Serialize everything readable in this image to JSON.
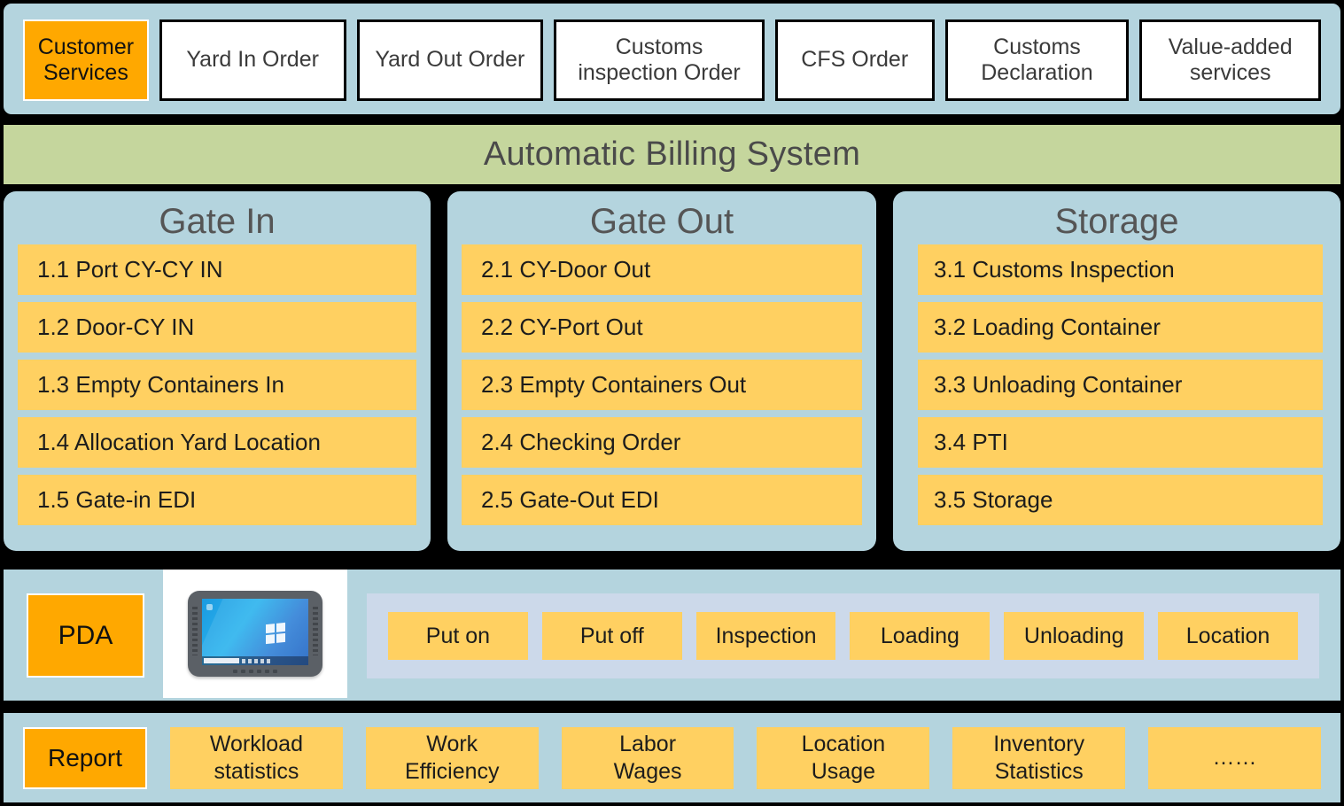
{
  "services_bar": {
    "accent_color": "#ffa800",
    "panel_color": "#b4d4de",
    "items": [
      {
        "label": "Customer\nServices",
        "accent": true
      },
      {
        "label": "Yard In Order",
        "accent": false
      },
      {
        "label": "Yard Out Order",
        "accent": false
      },
      {
        "label": "Customs\ninspection Order",
        "accent": false
      },
      {
        "label": "CFS Order",
        "accent": false
      },
      {
        "label": "Customs\nDeclaration",
        "accent": false
      },
      {
        "label": "Value-added\nservices",
        "accent": false
      }
    ]
  },
  "billing": {
    "title": "Automatic Billing System",
    "color": "#c5d69d"
  },
  "columns": [
    {
      "title": "Gate In",
      "items": [
        "1.1  Port CY-CY IN",
        "1.2  Door-CY  IN",
        "1.3  Empty Containers In",
        "1.4 Allocation Yard Location",
        "1.5  Gate-in EDI"
      ]
    },
    {
      "title": "Gate Out",
      "items": [
        "2.1 CY-Door Out",
        "2.2 CY-Port Out",
        "2.3 Empty Containers Out",
        "2.4 Checking Order",
        "2.5 Gate-Out EDI"
      ]
    },
    {
      "title": "Storage",
      "items": [
        "3.1 Customs Inspection",
        "3.2 Loading Container",
        "3.3 Unloading Container",
        "3.4 PTI",
        "3.5 Storage"
      ]
    }
  ],
  "pda": {
    "chip_label": "PDA",
    "device_icon": "rugged-tablet-icon",
    "panel_color": "#ccd9ea",
    "actions": [
      "Put on",
      "Put off",
      "Inspection",
      "Loading",
      "Unloading",
      "Location"
    ]
  },
  "report": {
    "chip_label": "Report",
    "items": [
      "Workload\nstatistics",
      "Work\nEfficiency",
      "Labor\nWages",
      "Location\nUsage",
      "Inventory\nStatistics",
      "……"
    ]
  }
}
